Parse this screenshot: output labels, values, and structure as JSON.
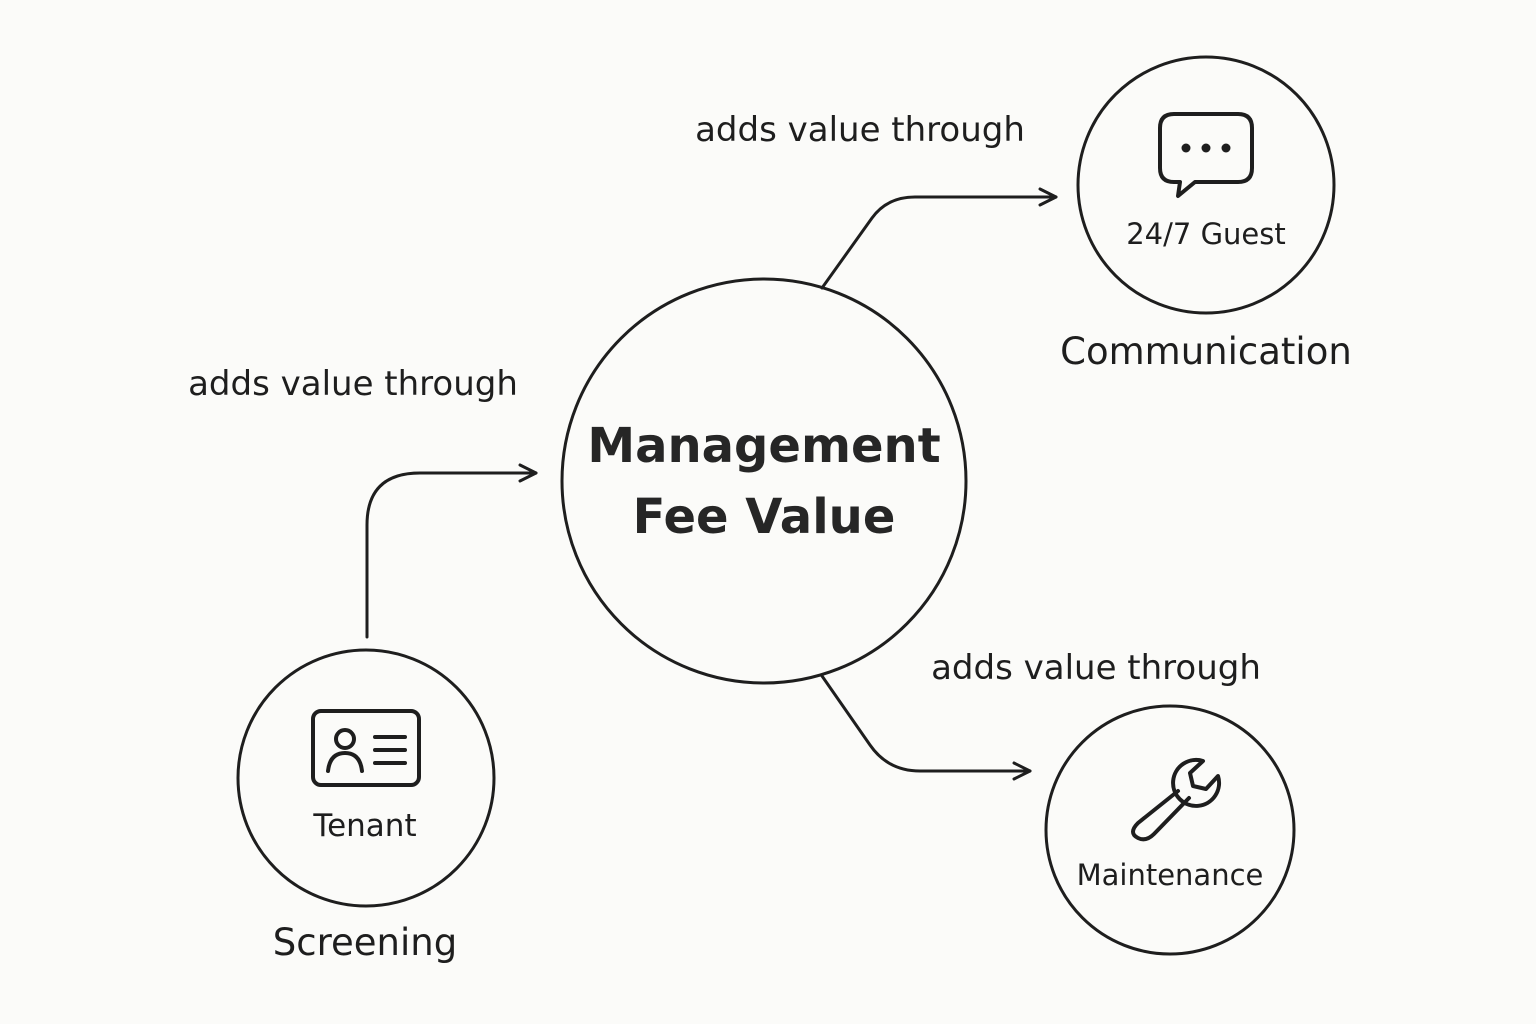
{
  "colors": {
    "stroke": "#1e1e1e",
    "text": "#1e1e1e",
    "background": "#fbfbf9"
  },
  "center": {
    "line1": "Management",
    "line2": "Fee Value"
  },
  "edges": {
    "communication_label": "adds value through",
    "screening_label": "adds value through",
    "maintenance_label": "adds value through"
  },
  "nodes": {
    "communication": {
      "icon": "chat-bubble-icon",
      "inner_label": "24/7 Guest",
      "outer_label": "Communication"
    },
    "screening": {
      "icon": "id-card-icon",
      "inner_label": "Tenant",
      "outer_label": "Screening"
    },
    "maintenance": {
      "icon": "wrench-icon",
      "inner_label": "Maintenance"
    }
  }
}
